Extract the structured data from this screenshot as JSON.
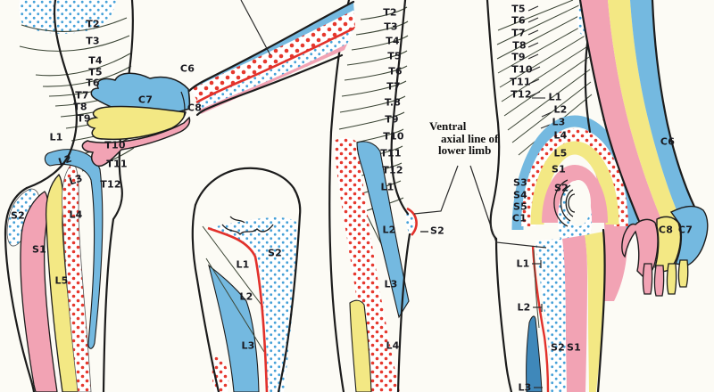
{
  "annotation": {
    "line1": "Ventral",
    "line2": "axial line of",
    "line3": "lower limb"
  },
  "labels": {
    "lt": [
      "T2",
      "T3",
      "T4",
      "T5",
      "T6",
      "T7",
      "T8",
      "T9",
      "L1",
      "T10",
      "T11",
      "T12",
      "L2",
      "L3"
    ],
    "ll": [
      "S2",
      "S1",
      "L5",
      "L4"
    ],
    "arm": [
      "C6",
      "C7",
      "C8"
    ],
    "ct": [
      "T2",
      "T3",
      "T4",
      "T5",
      "T6",
      "T7",
      "T.8",
      "T9",
      "T10",
      "T11",
      "T12",
      "L1"
    ],
    "cl": [
      "L2",
      "S2",
      "L3",
      "L4"
    ],
    "pl": [
      "S2",
      "L1",
      "L2",
      "L3"
    ],
    "rt": [
      "T5",
      "T6",
      "T7",
      "T8",
      "T9",
      "T10",
      "T11",
      "T12"
    ],
    "rh": [
      "L1",
      "L2",
      "L3",
      "L4",
      "L5",
      "S1",
      "S2",
      "S3",
      "S4",
      "S5",
      "C1"
    ],
    "rl": [
      "L1",
      "L2",
      "S2",
      "S1",
      "L3"
    ],
    "ra": [
      "C6",
      "C8",
      "C7"
    ]
  },
  "colors": {
    "band_blue": "#74b9e0",
    "band_dark_blue": "#3f88ba",
    "band_yellow": "#f3e884",
    "band_pink": "#f2a3b4",
    "axial_line_red": "#e2312b",
    "dot_blue": "#45a1d8",
    "dot_red": "#e6382e",
    "outline": "#1c1c1c"
  }
}
